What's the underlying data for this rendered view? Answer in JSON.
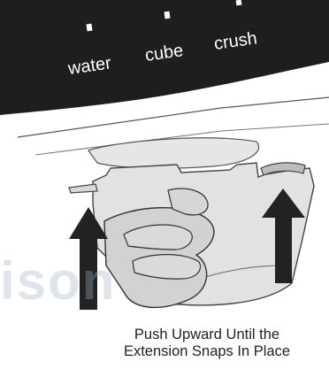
{
  "panel": {
    "buttons": [
      {
        "label": "water"
      },
      {
        "label": "cube"
      },
      {
        "label": "crush"
      }
    ]
  },
  "caption": {
    "line1": "Push Upward Until the",
    "line2": "Extension Snaps In Place"
  },
  "colors": {
    "panel": "#1e1e1e",
    "arrow": "#222222",
    "line": "#555555",
    "part_fill": "#dcdcdc",
    "hand_fill": "#cfcfcf"
  },
  "icons": {
    "left-arrow": "arrow-up-icon",
    "right-arrow": "arrow-up-icon"
  }
}
